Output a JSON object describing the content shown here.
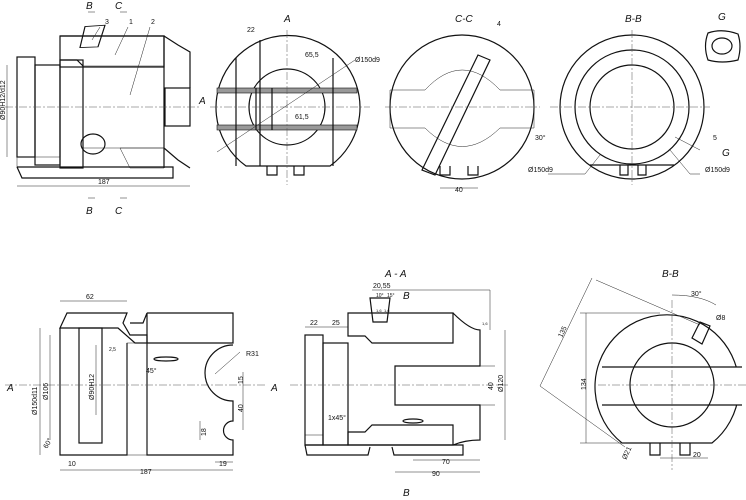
{
  "drawing": {
    "view_main": {
      "section_marks": [
        "B",
        "C",
        "B",
        "C"
      ],
      "view_arrow": "A",
      "part_numbers": [
        "3",
        "1",
        "2"
      ],
      "dims": {
        "bore": "Ø90H12/d12",
        "length": "187"
      }
    },
    "view_a": {
      "title": "A",
      "dims": [
        "22",
        "65,5",
        "61,5",
        "Ø150d9"
      ]
    },
    "view_cc": {
      "title": "C-C",
      "dims": [
        "4",
        "40"
      ]
    },
    "view_bb_top": {
      "title": "B-B",
      "dims": [
        "30°",
        "5",
        "Ø150d9",
        "Ø150d9"
      ],
      "view_arrow": "G"
    },
    "view_g": {
      "title": "G"
    },
    "view_side": {
      "dims": [
        "62",
        "Ø150d11",
        "Ø106",
        "Ø90H12",
        "45°",
        "R31",
        "15",
        "40",
        "18",
        "60°",
        "10",
        "187",
        "19",
        "2,5"
      ],
      "section_marks": [
        "A",
        "A"
      ]
    },
    "view_aa": {
      "title": "A - A",
      "dims": [
        "20,55",
        "10°",
        "15°",
        "22",
        "25",
        "1x45°",
        "40",
        "Ø120",
        "70",
        "90",
        "1,6",
        "1,6",
        "1,6"
      ],
      "section_marks": [
        "B",
        "B"
      ]
    },
    "view_bb_bottom": {
      "title": "B-B",
      "dims": [
        "30°",
        "Ø8",
        "135",
        "134",
        "Ø21",
        "20"
      ]
    }
  }
}
